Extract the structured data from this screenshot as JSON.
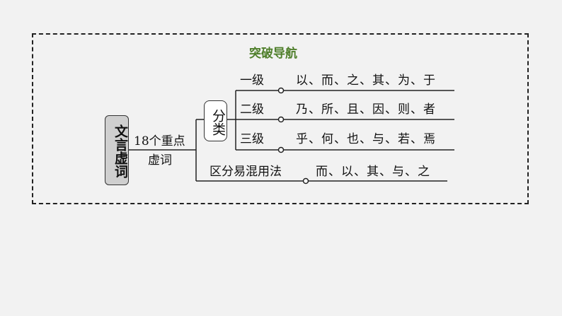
{
  "title": "突破导航",
  "root": "文言虚词",
  "branch_label_1": "18个重点",
  "branch_label_2": "虚词",
  "category": "分类",
  "levels": [
    {
      "label": "一级",
      "words": "以、而、之、其、为、于"
    },
    {
      "label": "二级",
      "words": "乃、所、且、因、则、者"
    },
    {
      "label": "三级",
      "words": "乎、何、也、与、若、焉"
    }
  ],
  "distinguish": {
    "label": "区分易混用法",
    "words": "而、以、其、与、之"
  }
}
